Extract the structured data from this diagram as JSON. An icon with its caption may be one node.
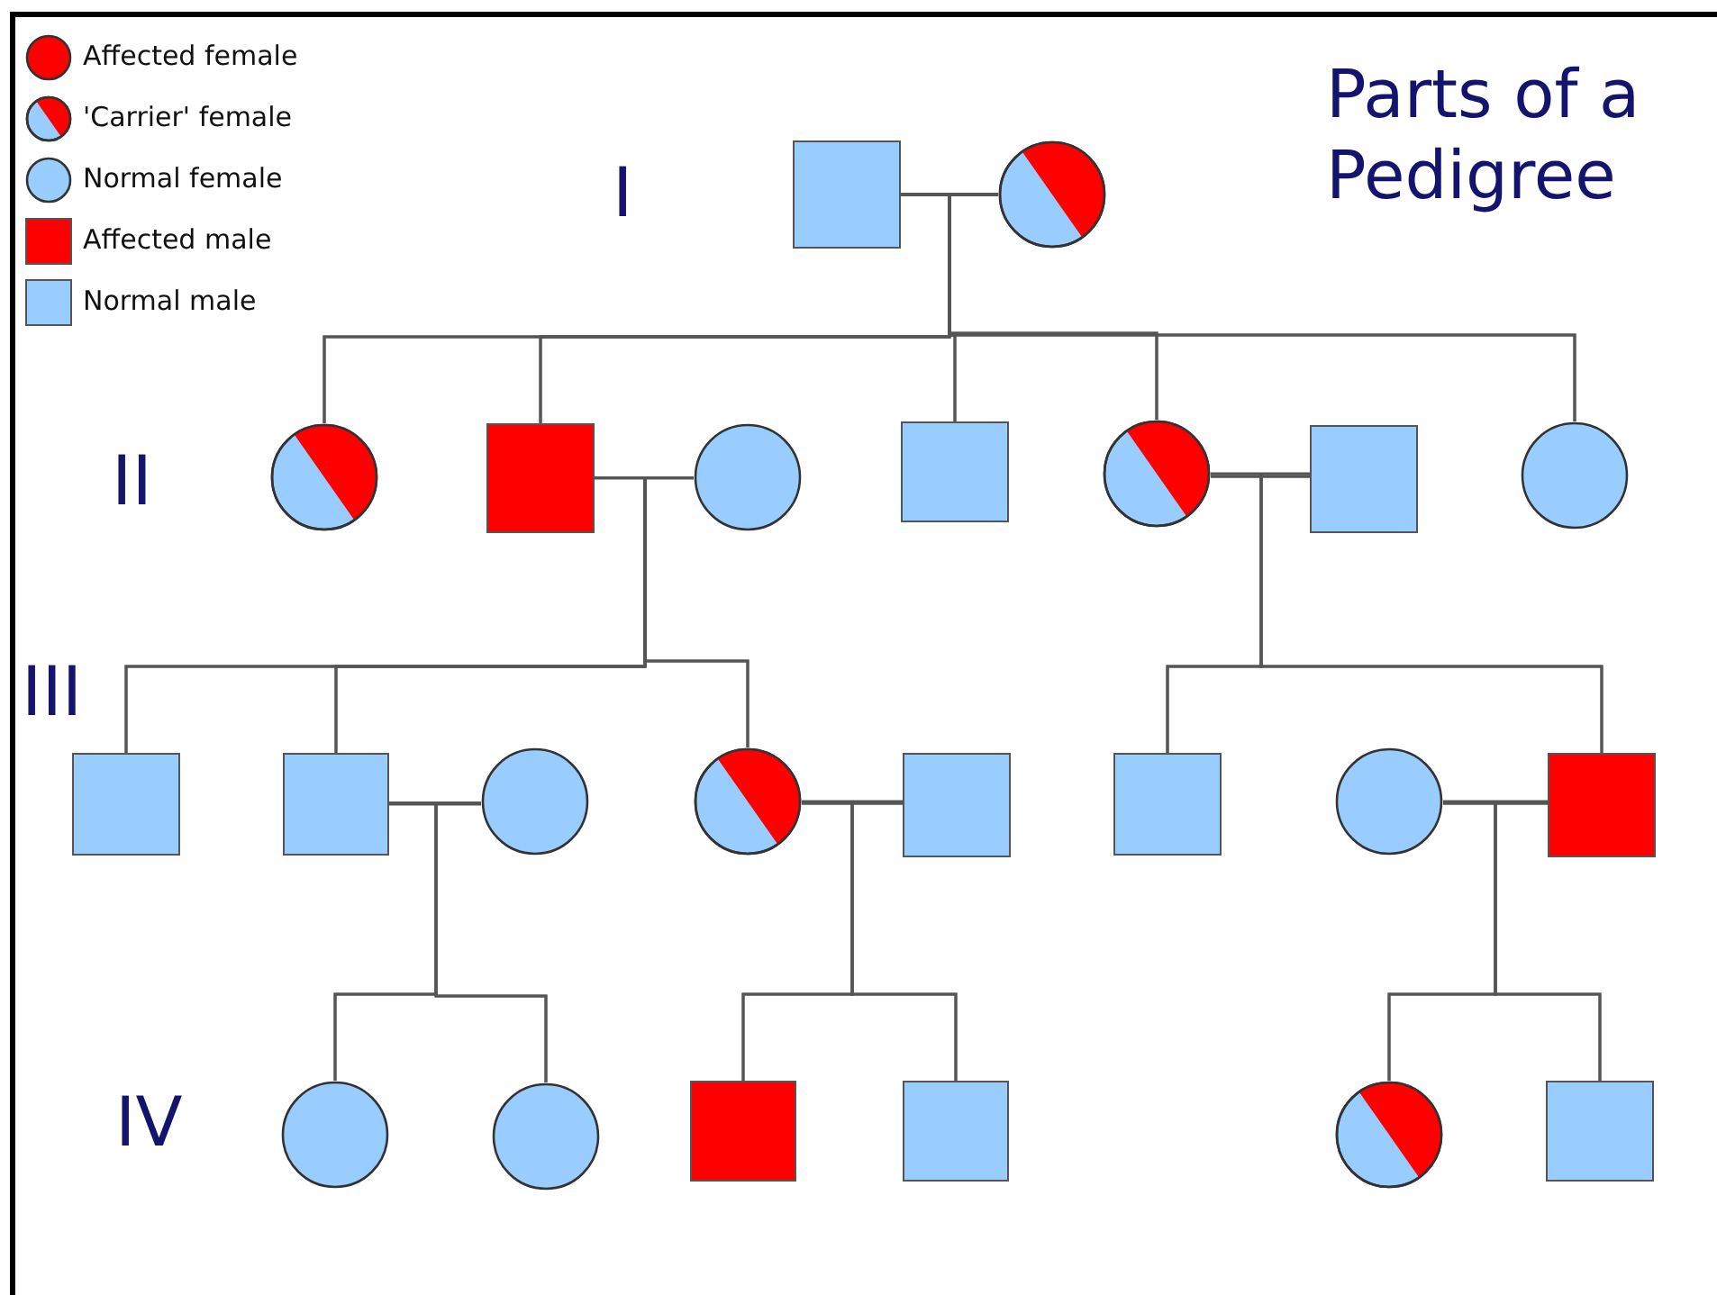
{
  "diagram": {
    "title": "Parts of a Pedigree",
    "nodes": [
      {
        "text": [],
        "shape": "box"
      },
      {
        "text": [],
        "shape": "circle"
      },
      {
        "text": [],
        "shape": "circle"
      },
      {
        "text": [],
        "shape": "box"
      },
      {
        "text": [],
        "shape": "circle"
      },
      {
        "text": [],
        "shape": "box"
      },
      {
        "text": [],
        "shape": "circle"
      },
      {
        "text": [],
        "shape": "box"
      },
      {
        "text": [],
        "shape": "circle"
      },
      {
        "text": [],
        "shape": "box"
      },
      {
        "text": [],
        "shape": "box"
      },
      {
        "text": [],
        "shape": "circle"
      },
      {
        "text": [],
        "shape": "circle"
      },
      {
        "text": [],
        "shape": "box"
      },
      {
        "text": [],
        "shape": "box"
      },
      {
        "text": [],
        "shape": "circle"
      },
      {
        "text": [],
        "shape": "box"
      },
      {
        "text": [],
        "shape": "circle"
      },
      {
        "text": [],
        "shape": "circle"
      },
      {
        "text": [],
        "shape": "box"
      },
      {
        "text": [],
        "shape": "box"
      },
      {
        "text": [],
        "shape": "circle"
      },
      {
        "text": [],
        "shape": "box"
      }
    ],
    "edges": [
      {
        "from": 0,
        "to": 1,
        "arrow": "none"
      },
      {
        "from": 0,
        "to": 2,
        "arrow": "none"
      },
      {
        "from": 1,
        "to": 2,
        "arrow": "none"
      },
      {
        "from": 0,
        "to": 3,
        "arrow": "none"
      },
      {
        "from": 1,
        "to": 3,
        "arrow": "none"
      },
      {
        "from": 0,
        "to": 5,
        "arrow": "none"
      },
      {
        "from": 1,
        "to": 5,
        "arrow": "none"
      },
      {
        "from": 0,
        "to": 6,
        "arrow": "none"
      },
      {
        "from": 1,
        "to": 6,
        "arrow": "none"
      },
      {
        "from": 0,
        "to": 8,
        "arrow": "none"
      },
      {
        "from": 1,
        "to": 8,
        "arrow": "none"
      },
      {
        "from": 3,
        "to": 4,
        "arrow": "none"
      },
      {
        "from": 3,
        "to": 9,
        "arrow": "none"
      },
      {
        "from": 4,
        "to": 9,
        "arrow": "none"
      },
      {
        "from": 3,
        "to": 10,
        "arrow": "none"
      },
      {
        "from": 4,
        "to": 10,
        "arrow": "none"
      },
      {
        "from": 3,
        "to": 12,
        "arrow": "none"
      },
      {
        "from": 4,
        "to": 12,
        "arrow": "none"
      },
      {
        "from": 6,
        "to": 7,
        "arrow": "none"
      },
      {
        "from": 6,
        "to": 14,
        "arrow": "none"
      },
      {
        "from": 7,
        "to": 14,
        "arrow": "none"
      },
      {
        "from": 6,
        "to": 16,
        "arrow": "none"
      },
      {
        "from": 7,
        "to": 16,
        "arrow": "none"
      },
      {
        "from": 10,
        "to": 11,
        "arrow": "none"
      },
      {
        "from": 10,
        "to": 17,
        "arrow": "none"
      },
      {
        "from": 11,
        "to": 17,
        "arrow": "none"
      },
      {
        "from": 10,
        "to": 18,
        "arrow": "none"
      },
      {
        "from": 11,
        "to": 18,
        "arrow": "none"
      },
      {
        "from": 12,
        "to": 13,
        "arrow": "none"
      },
      {
        "from": 12,
        "to": 19,
        "arrow": "none"
      },
      {
        "from": 13,
        "to": 19,
        "arrow": "none"
      },
      {
        "from": 12,
        "to": 20,
        "arrow": "none"
      },
      {
        "from": 13,
        "to": 20,
        "arrow": "none"
      },
      {
        "from": 15,
        "to": 16,
        "arrow": "none"
      },
      {
        "from": 15,
        "to": 21,
        "arrow": "none"
      },
      {
        "from": 16,
        "to": 21,
        "arrow": "none"
      },
      {
        "from": 15,
        "to": 22,
        "arrow": "none"
      },
      {
        "from": 16,
        "to": 22,
        "arrow": "none"
      }
    ],
    "labels": [
      "I",
      "II",
      "III",
      "IV"
    ],
    "legend": [
      {
        "text": "Affected female"
      },
      {
        "text": "'Carrier' female"
      },
      {
        "text": "Normal female"
      },
      {
        "text": "Affected male"
      },
      {
        "text": "Normal male"
      }
    ]
  }
}
